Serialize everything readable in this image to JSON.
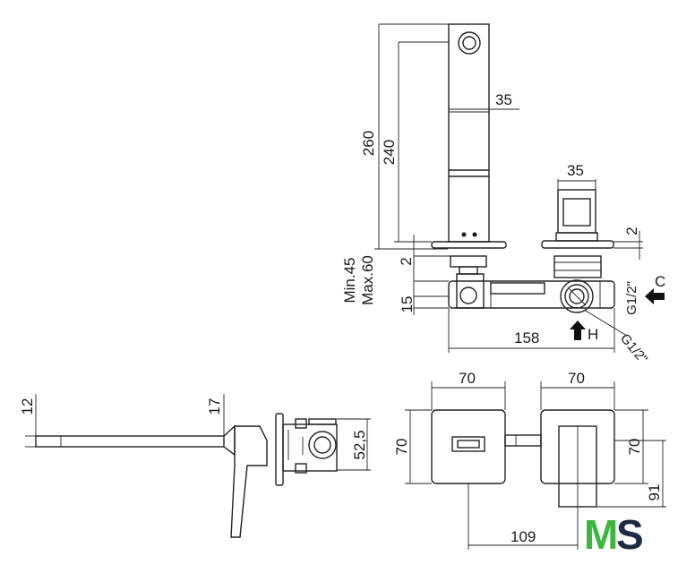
{
  "side_view_upper": {
    "dim_260": "260",
    "dim_240": "240",
    "dim_35_spout": "35",
    "dim_35_handle": "35",
    "dim_2_left": "2",
    "dim_2_right": "2",
    "dim_min_45": "Min.45",
    "dim_max_60": "Max.60",
    "dim_15": "15",
    "dim_158": "158",
    "label_c": "C",
    "label_h": "H",
    "label_g12_a": "G1/2\"",
    "label_g12_b": "G1/2\""
  },
  "side_view_lower": {
    "dim_12": "12",
    "dim_17": "17",
    "dim_52_5": "52,5"
  },
  "front_view": {
    "dim_70_left": "70",
    "dim_70_right": "70",
    "dim_70_height_left": "70",
    "dim_70_height_right": "70",
    "dim_91": "91",
    "dim_109": "109"
  },
  "logo": {
    "text_m": "M",
    "text_s": "S",
    "color_m": "#3db63d",
    "color_s": "#1f2a44"
  }
}
